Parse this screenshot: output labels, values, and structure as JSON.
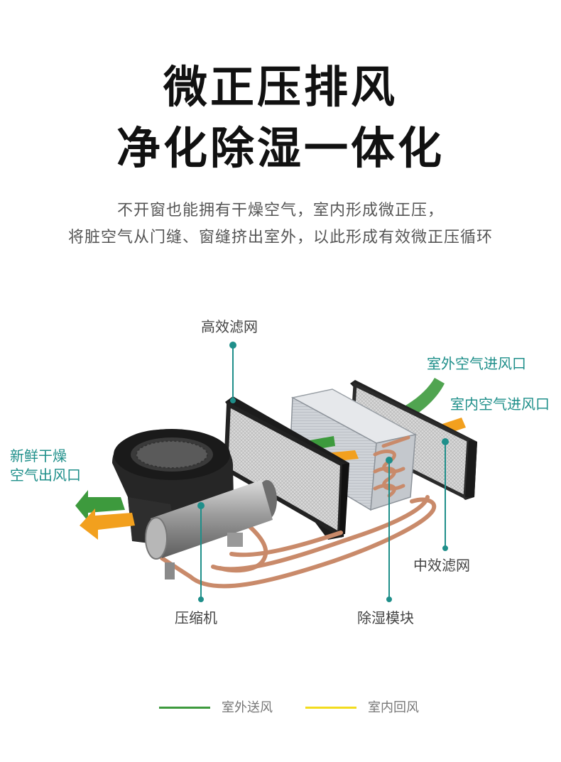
{
  "header": {
    "title_line1": "微正压排风",
    "title_line2": "净化除湿一体化",
    "desc_line1": "不开窗也能拥有干燥空气，室内形成微正压，",
    "desc_line2": "将脏空气从门缝、窗缝挤出室外，以此形成有效微正压循环"
  },
  "diagram": {
    "components": {
      "hepa_filter": "高效滤网",
      "medium_filter": "中效滤网",
      "compressor": "压缩机",
      "dehumid_module": "除湿模块"
    },
    "airflow_labels": {
      "outdoor_inlet": "室外空气进风口",
      "indoor_inlet": "室内空气进风口",
      "fresh_outlet_line1": "新鲜干燥",
      "fresh_outlet_line2": "空气出风口"
    }
  },
  "legend": {
    "items": [
      {
        "label": "室外送风",
        "color": "#3d9a3d"
      },
      {
        "label": "室内回风",
        "color": "#f2dc1e"
      }
    ]
  },
  "colors": {
    "callout": "#1f8f8a",
    "green_flow": "#3d9a3d",
    "orange_flow": "#f2a01e",
    "copper": "#c98a6a"
  }
}
